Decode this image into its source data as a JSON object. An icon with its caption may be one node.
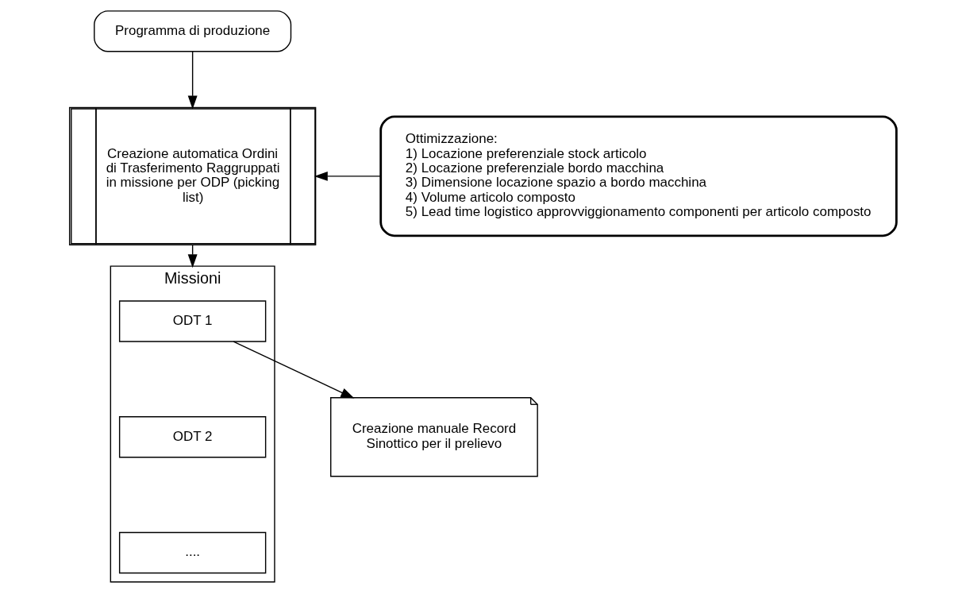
{
  "diagram": {
    "nodes": [
      {
        "text": [
          "Programma di produzione"
        ]
      },
      {
        "text": [
          "Creazione automatica Ordini di Trasferimento Raggruppati in missione per ODP (picking list)"
        ]
      },
      {
        "text": [
          "Ottimizzazione:",
          "1) Locazione preferenziale stock articolo",
          "2) Locazione preferenziale bordo macchina",
          "3) Dimensione locazione spazio a bordo macchina",
          "4) Volume articolo composto",
          "5) Lead time logistico approvviggionamento componenti per articolo composto"
        ]
      },
      {
        "text": [
          "Missioni"
        ]
      },
      {
        "text": [
          "ODT 1"
        ],
        "in": 3
      },
      {
        "text": [
          "ODT 2"
        ],
        "in": 3
      },
      {
        "text": [
          "...."
        ],
        "in": 3
      },
      {
        "text": [
          "Creazione manuale Record Sinottico per il prelievo"
        ]
      }
    ],
    "edges": [
      {
        "from": 0,
        "to": 1,
        "arrow": "to"
      },
      {
        "from": 2,
        "to": 1,
        "arrow": "to"
      },
      {
        "from": 1,
        "to": 3,
        "arrow": "to"
      },
      {
        "from": 4,
        "to": 7,
        "arrow": "to"
      }
    ]
  }
}
